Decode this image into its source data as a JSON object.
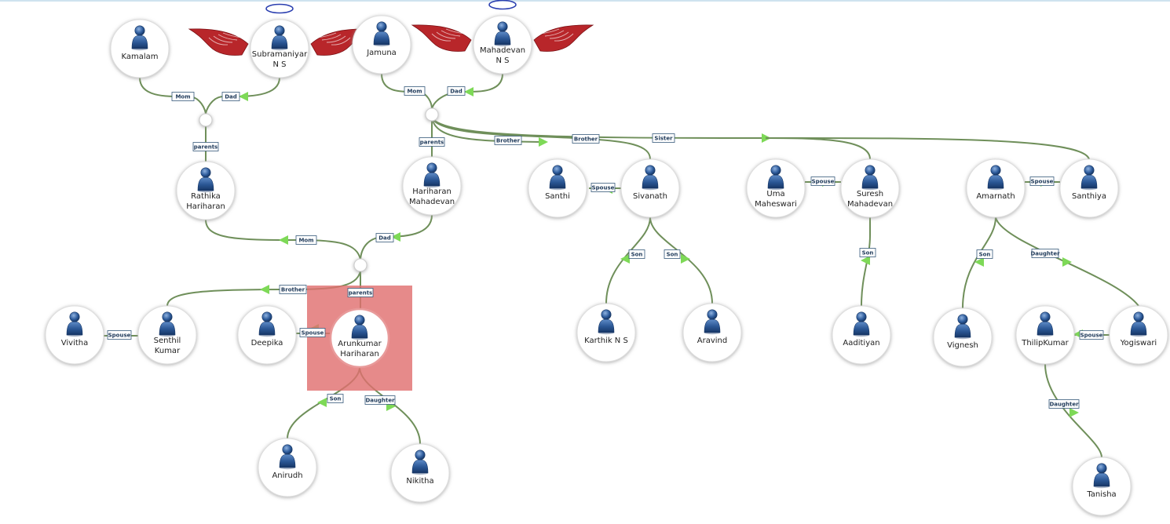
{
  "nodes": [
    {
      "id": "kamalam",
      "lines": [
        "Kamalam"
      ],
      "deceased": false
    },
    {
      "id": "subramaniyar",
      "lines": [
        "Subramaniyar",
        "N S"
      ],
      "deceased": true
    },
    {
      "id": "jamuna",
      "lines": [
        "Jamuna"
      ],
      "deceased": false
    },
    {
      "id": "mahadevan",
      "lines": [
        "Mahadevan",
        "N S"
      ],
      "deceased": true
    },
    {
      "id": "rathika",
      "lines": [
        "Rathika",
        "Hariharan"
      ],
      "deceased": false
    },
    {
      "id": "hariharan",
      "lines": [
        "Hariharan",
        "Mahadevan"
      ],
      "deceased": false
    },
    {
      "id": "santhi",
      "lines": [
        "Santhi"
      ],
      "deceased": false
    },
    {
      "id": "sivanath",
      "lines": [
        "Sivanath"
      ],
      "deceased": false
    },
    {
      "id": "uma",
      "lines": [
        "Uma",
        "Maheswari"
      ],
      "deceased": false
    },
    {
      "id": "suresh",
      "lines": [
        "Suresh",
        "Mahadevan"
      ],
      "deceased": false
    },
    {
      "id": "amarnath",
      "lines": [
        "Amarnath"
      ],
      "deceased": false
    },
    {
      "id": "santhiya",
      "lines": [
        "Santhiya"
      ],
      "deceased": false
    },
    {
      "id": "vivitha",
      "lines": [
        "Vivitha"
      ],
      "deceased": false
    },
    {
      "id": "senthil",
      "lines": [
        "Senthil",
        "Kumar"
      ],
      "deceased": false
    },
    {
      "id": "deepika",
      "lines": [
        "Deepika"
      ],
      "deceased": false
    },
    {
      "id": "arunkumar",
      "lines": [
        "Arunkumar",
        "Hariharan"
      ],
      "deceased": false,
      "selected": true
    },
    {
      "id": "karthik",
      "lines": [
        "Karthik N S"
      ],
      "deceased": false
    },
    {
      "id": "aravind",
      "lines": [
        "Aravind"
      ],
      "deceased": false
    },
    {
      "id": "aaditiyan",
      "lines": [
        "Aaditiyan"
      ],
      "deceased": false
    },
    {
      "id": "vignesh",
      "lines": [
        "Vignesh"
      ],
      "deceased": false
    },
    {
      "id": "thilipkumar",
      "lines": [
        "ThilipKumar"
      ],
      "deceased": false
    },
    {
      "id": "yogiswari",
      "lines": [
        "Yogiswari"
      ],
      "deceased": false
    },
    {
      "id": "anirudh",
      "lines": [
        "Anirudh"
      ],
      "deceased": false
    },
    {
      "id": "nikitha",
      "lines": [
        "Nikitha"
      ],
      "deceased": false
    },
    {
      "id": "tanisha",
      "lines": [
        "Tanisha"
      ],
      "deceased": false
    }
  ],
  "edges": [
    {
      "id": "e1",
      "label": "Mom"
    },
    {
      "id": "e2",
      "label": "Dad"
    },
    {
      "id": "e3",
      "label": "parents"
    },
    {
      "id": "e4",
      "label": "Mom"
    },
    {
      "id": "e5",
      "label": "Dad"
    },
    {
      "id": "e6",
      "label": "parents"
    },
    {
      "id": "e7",
      "label": "Brother"
    },
    {
      "id": "e8",
      "label": "Brother"
    },
    {
      "id": "e9",
      "label": "Sister"
    },
    {
      "id": "e10",
      "label": "Spouse"
    },
    {
      "id": "e11",
      "label": "Spouse"
    },
    {
      "id": "e12",
      "label": "Spouse"
    },
    {
      "id": "e13",
      "label": "Mom"
    },
    {
      "id": "e14",
      "label": "Dad"
    },
    {
      "id": "e15",
      "label": "parents"
    },
    {
      "id": "e16",
      "label": "Brother"
    },
    {
      "id": "e17",
      "label": "Spouse"
    },
    {
      "id": "e18",
      "label": "Spouse"
    },
    {
      "id": "e19",
      "label": "Son"
    },
    {
      "id": "e20",
      "label": "Son"
    },
    {
      "id": "e21",
      "label": "Son"
    },
    {
      "id": "e22",
      "label": "Son"
    },
    {
      "id": "e23",
      "label": "Daughter"
    },
    {
      "id": "e24",
      "label": "Spouse"
    },
    {
      "id": "e25",
      "label": "Son"
    },
    {
      "id": "e26",
      "label": "Daughter"
    },
    {
      "id": "e27",
      "label": "Daughter"
    }
  ],
  "colors": {
    "edge": "#6f8f5a",
    "arrow": "#7ed957",
    "label_border": "#36597a",
    "label_text": "#1f3a5a",
    "node_fill": "#ffffff",
    "node_shadow": "#bbbbbb",
    "selected_glow": "#e89a9a",
    "halo": "#2b3fb0",
    "wing": "#b8262a",
    "person_icon": "#2c5a9a"
  },
  "icons": {
    "person": "person-icon",
    "halo": "halo-icon",
    "wings": "angel-wings-icon"
  }
}
